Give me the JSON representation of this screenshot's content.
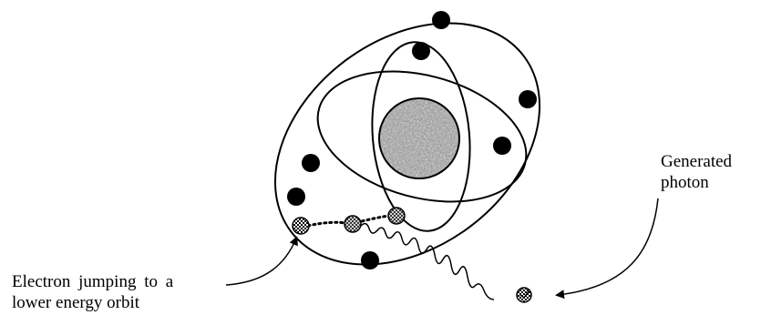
{
  "labels": {
    "photon": {
      "line1": "Generated",
      "line2": "photon"
    },
    "electron": {
      "line1": "Electron jumping to a",
      "line2": "lower energy orbit"
    }
  },
  "colors": {
    "ink": "#000000",
    "background": "#ffffff",
    "nucleus": "#9a9a9a"
  },
  "icons": {
    "nucleus": "gray-mottled-nucleus",
    "electron": "black-filled-circle",
    "transition-electron": "checkered-circle",
    "photon": "checkered-circle-with-wavy-trail"
  }
}
